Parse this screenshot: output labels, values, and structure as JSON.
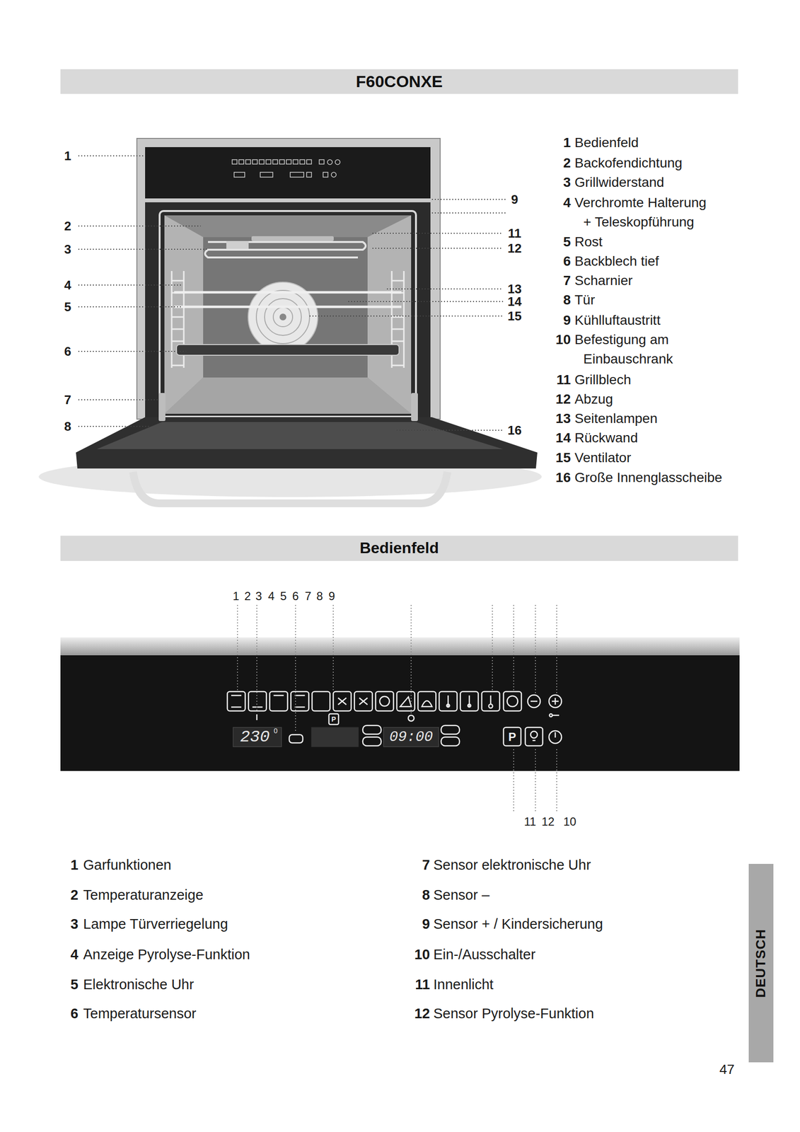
{
  "diagram": {
    "nodes": [
      {
        "text": [
          "F60CONXE"
        ]
      },
      {
        "text": [
          "Bedienfeld"
        ]
      },
      {
        "text": [
          "DEUTSCH"
        ]
      }
    ],
    "labels": [
      "1",
      "2",
      "3",
      "4",
      "5",
      "6",
      "7",
      "8",
      "9",
      "11",
      "12",
      "13",
      "14",
      "15",
      "16",
      "1",
      "Bedienfeld",
      "2",
      "Backofendichtung",
      "3",
      "Grillwiderstand",
      "4",
      "Verchromte Halterung + Teleskopführung",
      "5",
      "Rost",
      "6",
      "Backblech tief",
      "7",
      "Scharnier",
      "8",
      "Tür",
      "9",
      "Kühlluftaustritt",
      "10",
      "Befestigung am Einbauschrank",
      "11",
      "Grillblech",
      "12",
      "Abzug",
      "13",
      "Seitenlampen",
      "14",
      "Rückwand",
      "15",
      "Ventilator",
      "16",
      "Große Innenglasscheibe",
      "1",
      "2",
      "3",
      "4",
      "5",
      "6",
      "7",
      "8",
      "9",
      "230",
      "0",
      "P",
      "09:00",
      "P",
      "11",
      "12",
      "10",
      "1",
      "Garfunktionen",
      "2",
      "Temperaturanzeige",
      "3",
      "Lampe Türverriegelung",
      "4",
      "Anzeige Pyrolyse-Funktion",
      "5",
      "Elektronische Uhr",
      "6",
      "Temperatursensor",
      "7",
      "Sensor elektronische Uhr",
      "8",
      "Sensor –",
      "9",
      "Sensor + / Kindersicherung",
      "10",
      "Ein-/Ausschalter",
      "11",
      "Innenlicht",
      "12",
      "Sensor Pyrolyse-Funktion",
      "47"
    ]
  }
}
